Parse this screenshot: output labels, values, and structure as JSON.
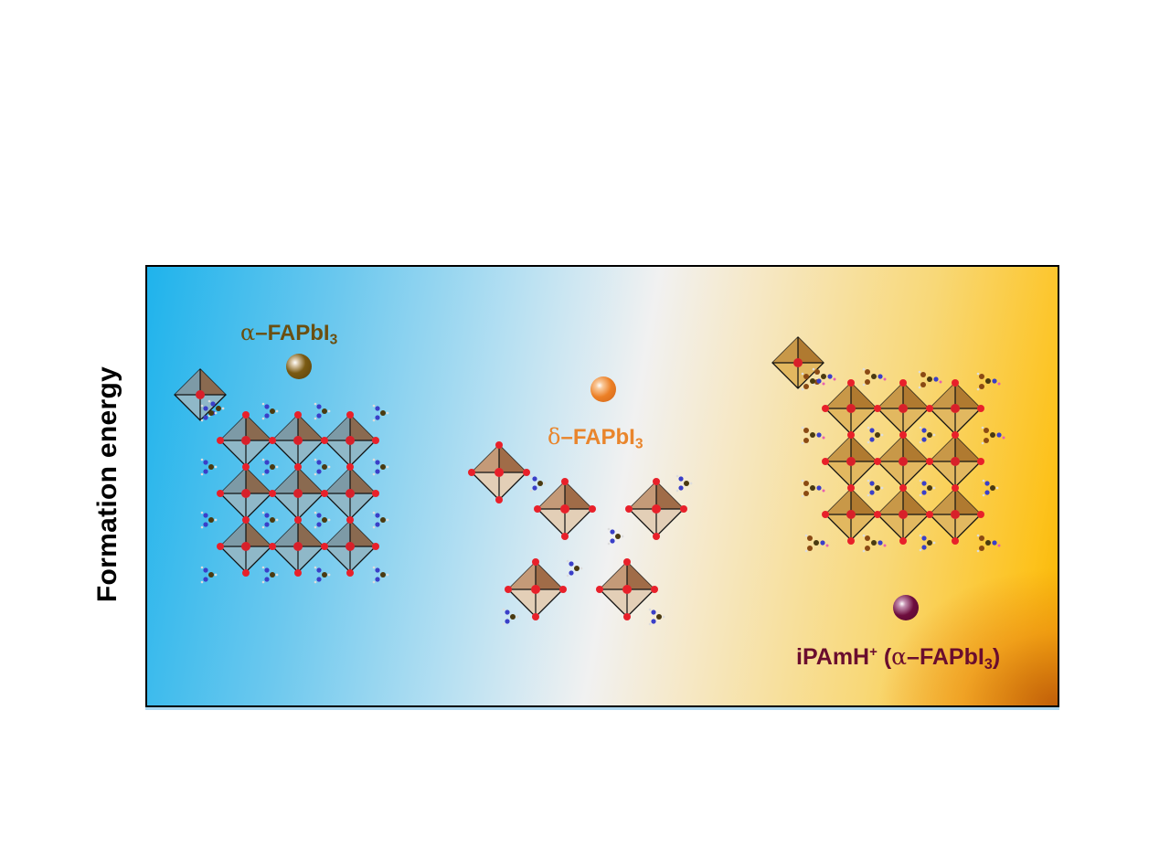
{
  "axis": {
    "ylabel": "Formation energy"
  },
  "phases": [
    {
      "id": "alpha",
      "greek": "α",
      "dash": "–",
      "formula": "FAPbI",
      "subscript": "3",
      "ball_color": "#6b4f10",
      "label_color": "#6b4f10",
      "structure": "corner-sharing 3x3 octahedral lattice (blue tint)"
    },
    {
      "id": "delta",
      "greek": "δ",
      "dash": "–",
      "formula": "FAPbI",
      "subscript": "3",
      "ball_color": "#ec7f25",
      "label_color": "#e9852c",
      "structure": "isolated octahedra"
    },
    {
      "id": "ipam",
      "prefix": "iPAmH",
      "superscript": "+",
      "open": " (",
      "greek": "α",
      "dash": "–",
      "formula": "FAPbI",
      "subscript": "3",
      "close": ")",
      "ball_color": "#6e0d3e",
      "label_color": "#6a0d2e",
      "structure": "corner-sharing 3x3 octahedral lattice (gold tint)"
    }
  ],
  "colors": {
    "background_left": "#1fb3ec",
    "background_mid": "#f1f1f1",
    "background_right": "#fdc21c",
    "corner_accent": "#be5a0a",
    "iodide_atom": "#e8202a",
    "nitrogen_atom": "#3a3fc8",
    "carbon_atom": "#4a3a10"
  }
}
